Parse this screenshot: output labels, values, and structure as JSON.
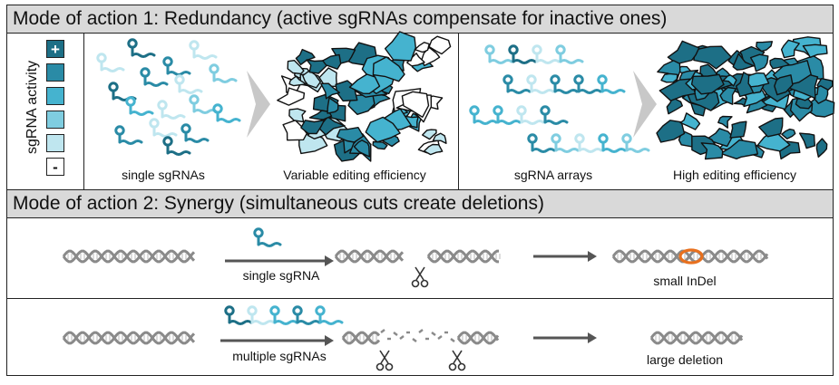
{
  "mode1": {
    "title": "Mode of action 1: Redundancy (active sgRNAs compensate for inactive ones)",
    "legend_title": "sgRNA activity",
    "legend_plus": "+",
    "legend_minus": "-",
    "legend_colors": [
      "#1d6f86",
      "#2a8ba6",
      "#45b3cf",
      "#7fcde0",
      "#bfe6ef",
      "#ffffff"
    ],
    "single_label": "single sgRNAs",
    "variable_label": "Variable editing efficiency",
    "arrays_label": "sgRNA arrays",
    "high_label": "High editing efficiency"
  },
  "mode2": {
    "title": "Mode of action 2: Synergy (simultaneous cuts create deletions)",
    "single_label": "single sgRNA",
    "indel_label": "small InDel",
    "multiple_label": "multiple sgRNAs",
    "deletion_label": "large deletion"
  },
  "colors": {
    "dark_teal": "#1d6f86",
    "mid_teal": "#2a8ba6",
    "light_blue": "#45b3cf",
    "pale_blue": "#bfe6ef",
    "dna_gray": "#8a8a8a",
    "indel_orange": "#e8701e",
    "header_gray": "#d9d9d9",
    "arrow_gray": "#c8c8c8"
  }
}
